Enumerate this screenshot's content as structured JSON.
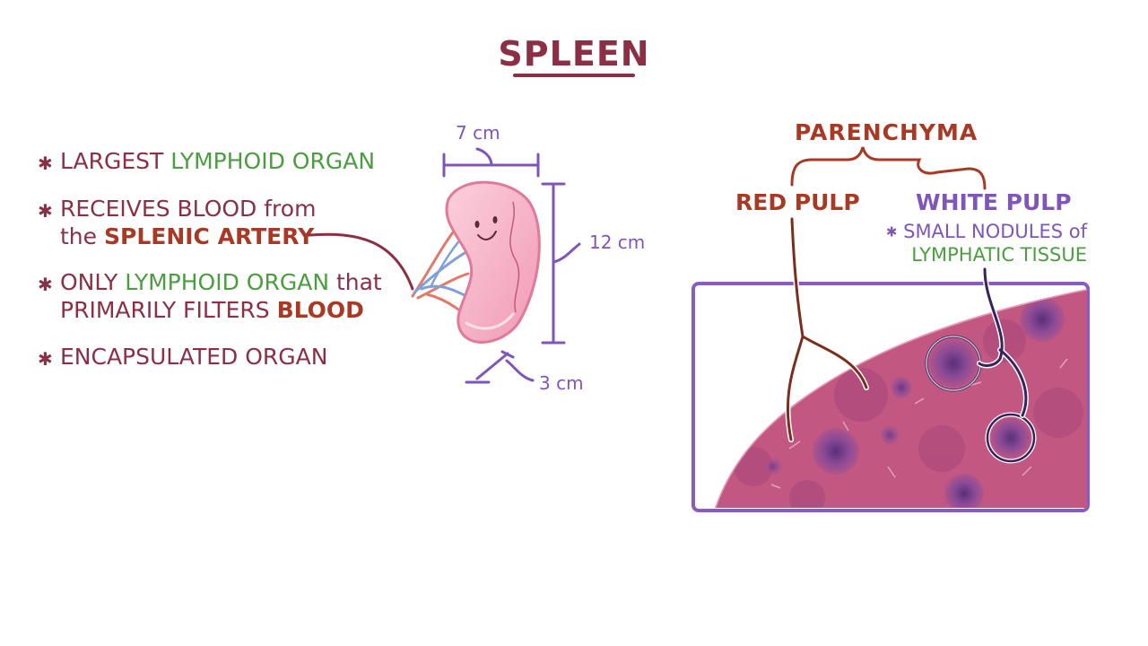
{
  "title": "SPLEEN",
  "colors": {
    "maroon": "#8b2f45",
    "green": "#4a9e3f",
    "brown": "#a83a25",
    "purple": "#7f56b8",
    "tissue": "#c25882",
    "tissue_dark": "#8a3c8c",
    "spleen_pink": "#f6b6c8"
  },
  "bullets": [
    {
      "star": "✱",
      "line1": [
        {
          "text": "LARGEST ",
          "color": "maroon"
        },
        {
          "text": "LYMPHOID ORGAN",
          "color": "green"
        }
      ]
    },
    {
      "star": "✱",
      "line1": [
        {
          "text": "RECEIVES BLOOD ",
          "color": "maroon"
        },
        {
          "text": "from",
          "color": "maroon"
        }
      ],
      "line2": [
        {
          "text": "the ",
          "color": "maroon"
        },
        {
          "text": "SPLENIC ARTERY",
          "color": "brown"
        }
      ]
    },
    {
      "star": "✱",
      "line1": [
        {
          "text": "ONLY ",
          "color": "maroon"
        },
        {
          "text": "LYMPHOID ORGAN",
          "color": "green"
        },
        {
          "text": " that",
          "color": "maroon"
        }
      ],
      "line2": [
        {
          "text": "PRIMARILY FILTERS ",
          "color": "maroon"
        },
        {
          "text": "BLOOD",
          "color": "brown"
        }
      ]
    },
    {
      "star": "✱",
      "line1": [
        {
          "text": "ENCAPSULATED ORGAN",
          "color": "maroon"
        }
      ]
    }
  ],
  "measurements": {
    "width": "7 cm",
    "length": "12 cm",
    "depth": "3 cm"
  },
  "parenchyma": {
    "label": "PARENCHYMA",
    "red_pulp": "RED PULP",
    "white_pulp": "WHITE PULP",
    "note_star": "✱",
    "note_line1": "SMALL NODULES of",
    "note_line2": "LYMPHATIC TISSUE"
  },
  "icons": {
    "spleen": "spleen-cartoon-icon",
    "histology": "histology-micrograph"
  }
}
